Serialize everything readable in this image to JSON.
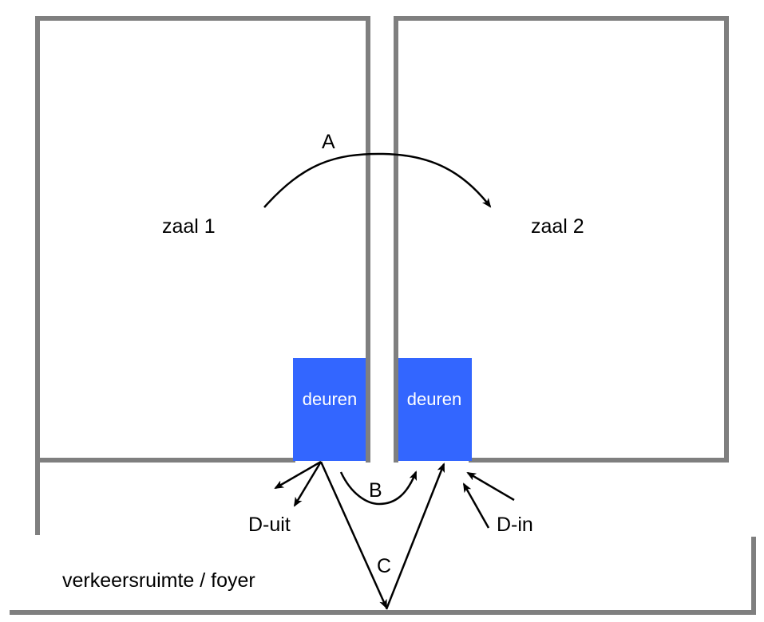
{
  "rooms": {
    "room1": "zaal 1",
    "room2": "zaal 2",
    "foyer": "verkeersruimte / foyer"
  },
  "doors": {
    "left": "deuren",
    "right": "deuren"
  },
  "flows": {
    "a": "A",
    "b": "B",
    "c": "C",
    "d_out": "D-uit",
    "d_in": "D-in"
  },
  "colors": {
    "wall": "#7f7f7f",
    "door": "#3366ff",
    "arrow": "#000000"
  }
}
